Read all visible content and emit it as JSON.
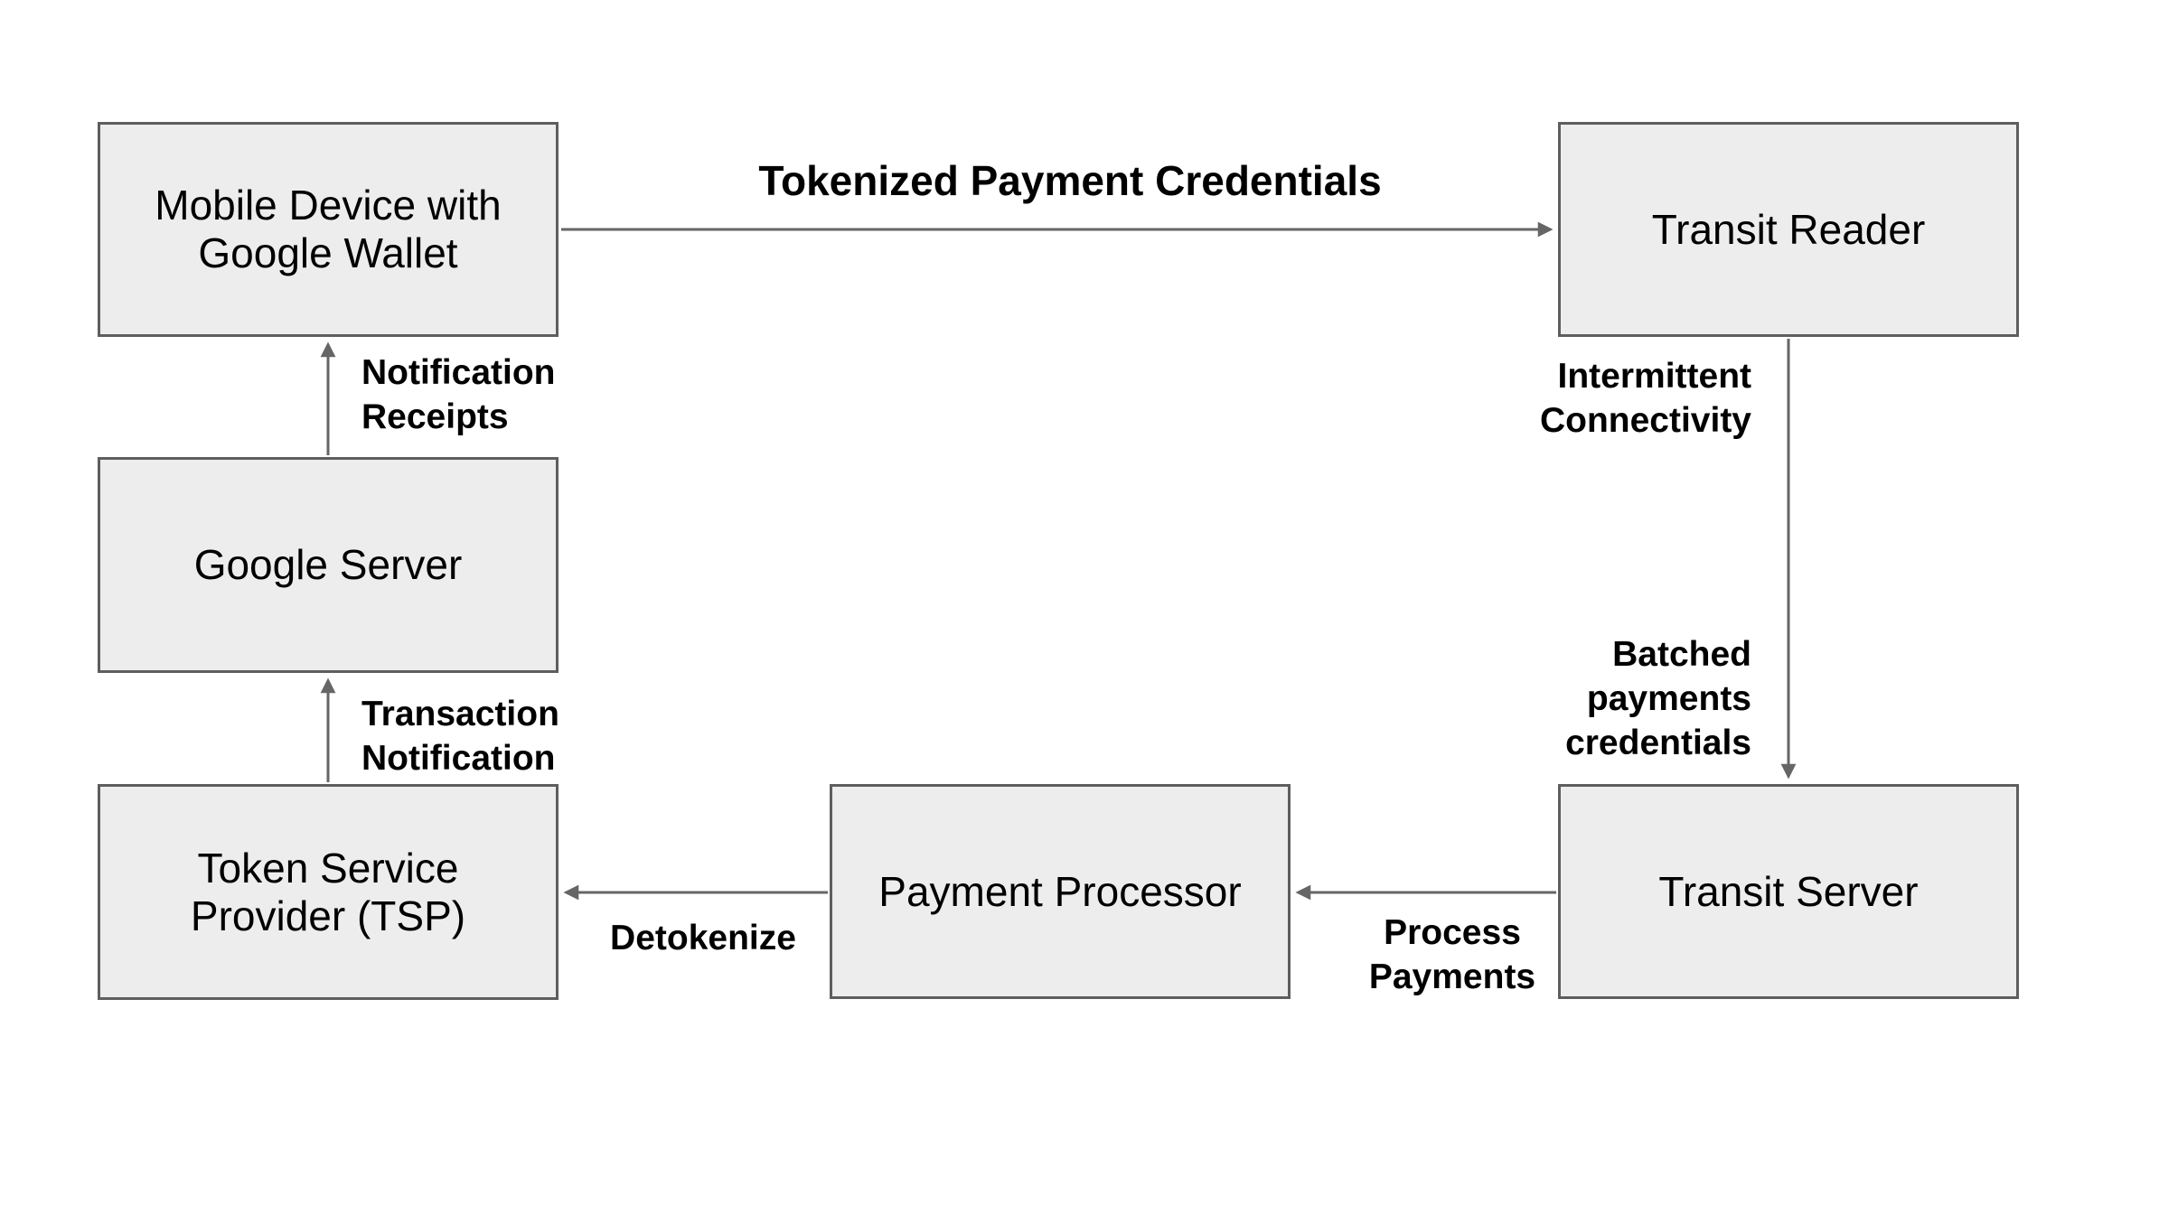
{
  "diagram": {
    "background": "#ffffff",
    "colors": {
      "node_fill": "#ededed",
      "node_border": "#5d5e60",
      "arrow": "#666666",
      "text": "#000000"
    },
    "nodes": [
      {
        "id": "mobile-device",
        "lines": [
          "Mobile Device with",
          "Google Wallet"
        ]
      },
      {
        "id": "transit-reader",
        "lines": [
          "Transit Reader"
        ]
      },
      {
        "id": "google-server",
        "lines": [
          "Google Server"
        ]
      },
      {
        "id": "token-service-provider",
        "lines": [
          "Token Service",
          "Provider (TSP)"
        ]
      },
      {
        "id": "payment-processor",
        "lines": [
          "Payment Processor"
        ]
      },
      {
        "id": "transit-server",
        "lines": [
          "Transit Server"
        ]
      }
    ],
    "edges": [
      {
        "id": "tokenized-payment-credentials",
        "from": "mobile-device",
        "to": "transit-reader",
        "label_lines": [
          "Tokenized Payment Credentials"
        ]
      },
      {
        "id": "reader-to-transit-server",
        "from": "transit-reader",
        "to": "transit-server",
        "label_upper_lines": [
          "Intermittent",
          "Connectivity"
        ],
        "label_lower_lines": [
          "Batched",
          "payments",
          "credentials"
        ]
      },
      {
        "id": "process-payments",
        "from": "transit-server",
        "to": "payment-processor",
        "label_lines": [
          "Process",
          "Payments"
        ]
      },
      {
        "id": "detokenize",
        "from": "payment-processor",
        "to": "token-service-provider",
        "label_lines": [
          "Detokenize"
        ]
      },
      {
        "id": "transaction-notification",
        "from": "token-service-provider",
        "to": "google-server",
        "label_lines": [
          "Transaction",
          "Notification"
        ]
      },
      {
        "id": "notification-receipts",
        "from": "google-server",
        "to": "mobile-device",
        "label_lines": [
          "Notification",
          "Receipts"
        ]
      }
    ]
  }
}
